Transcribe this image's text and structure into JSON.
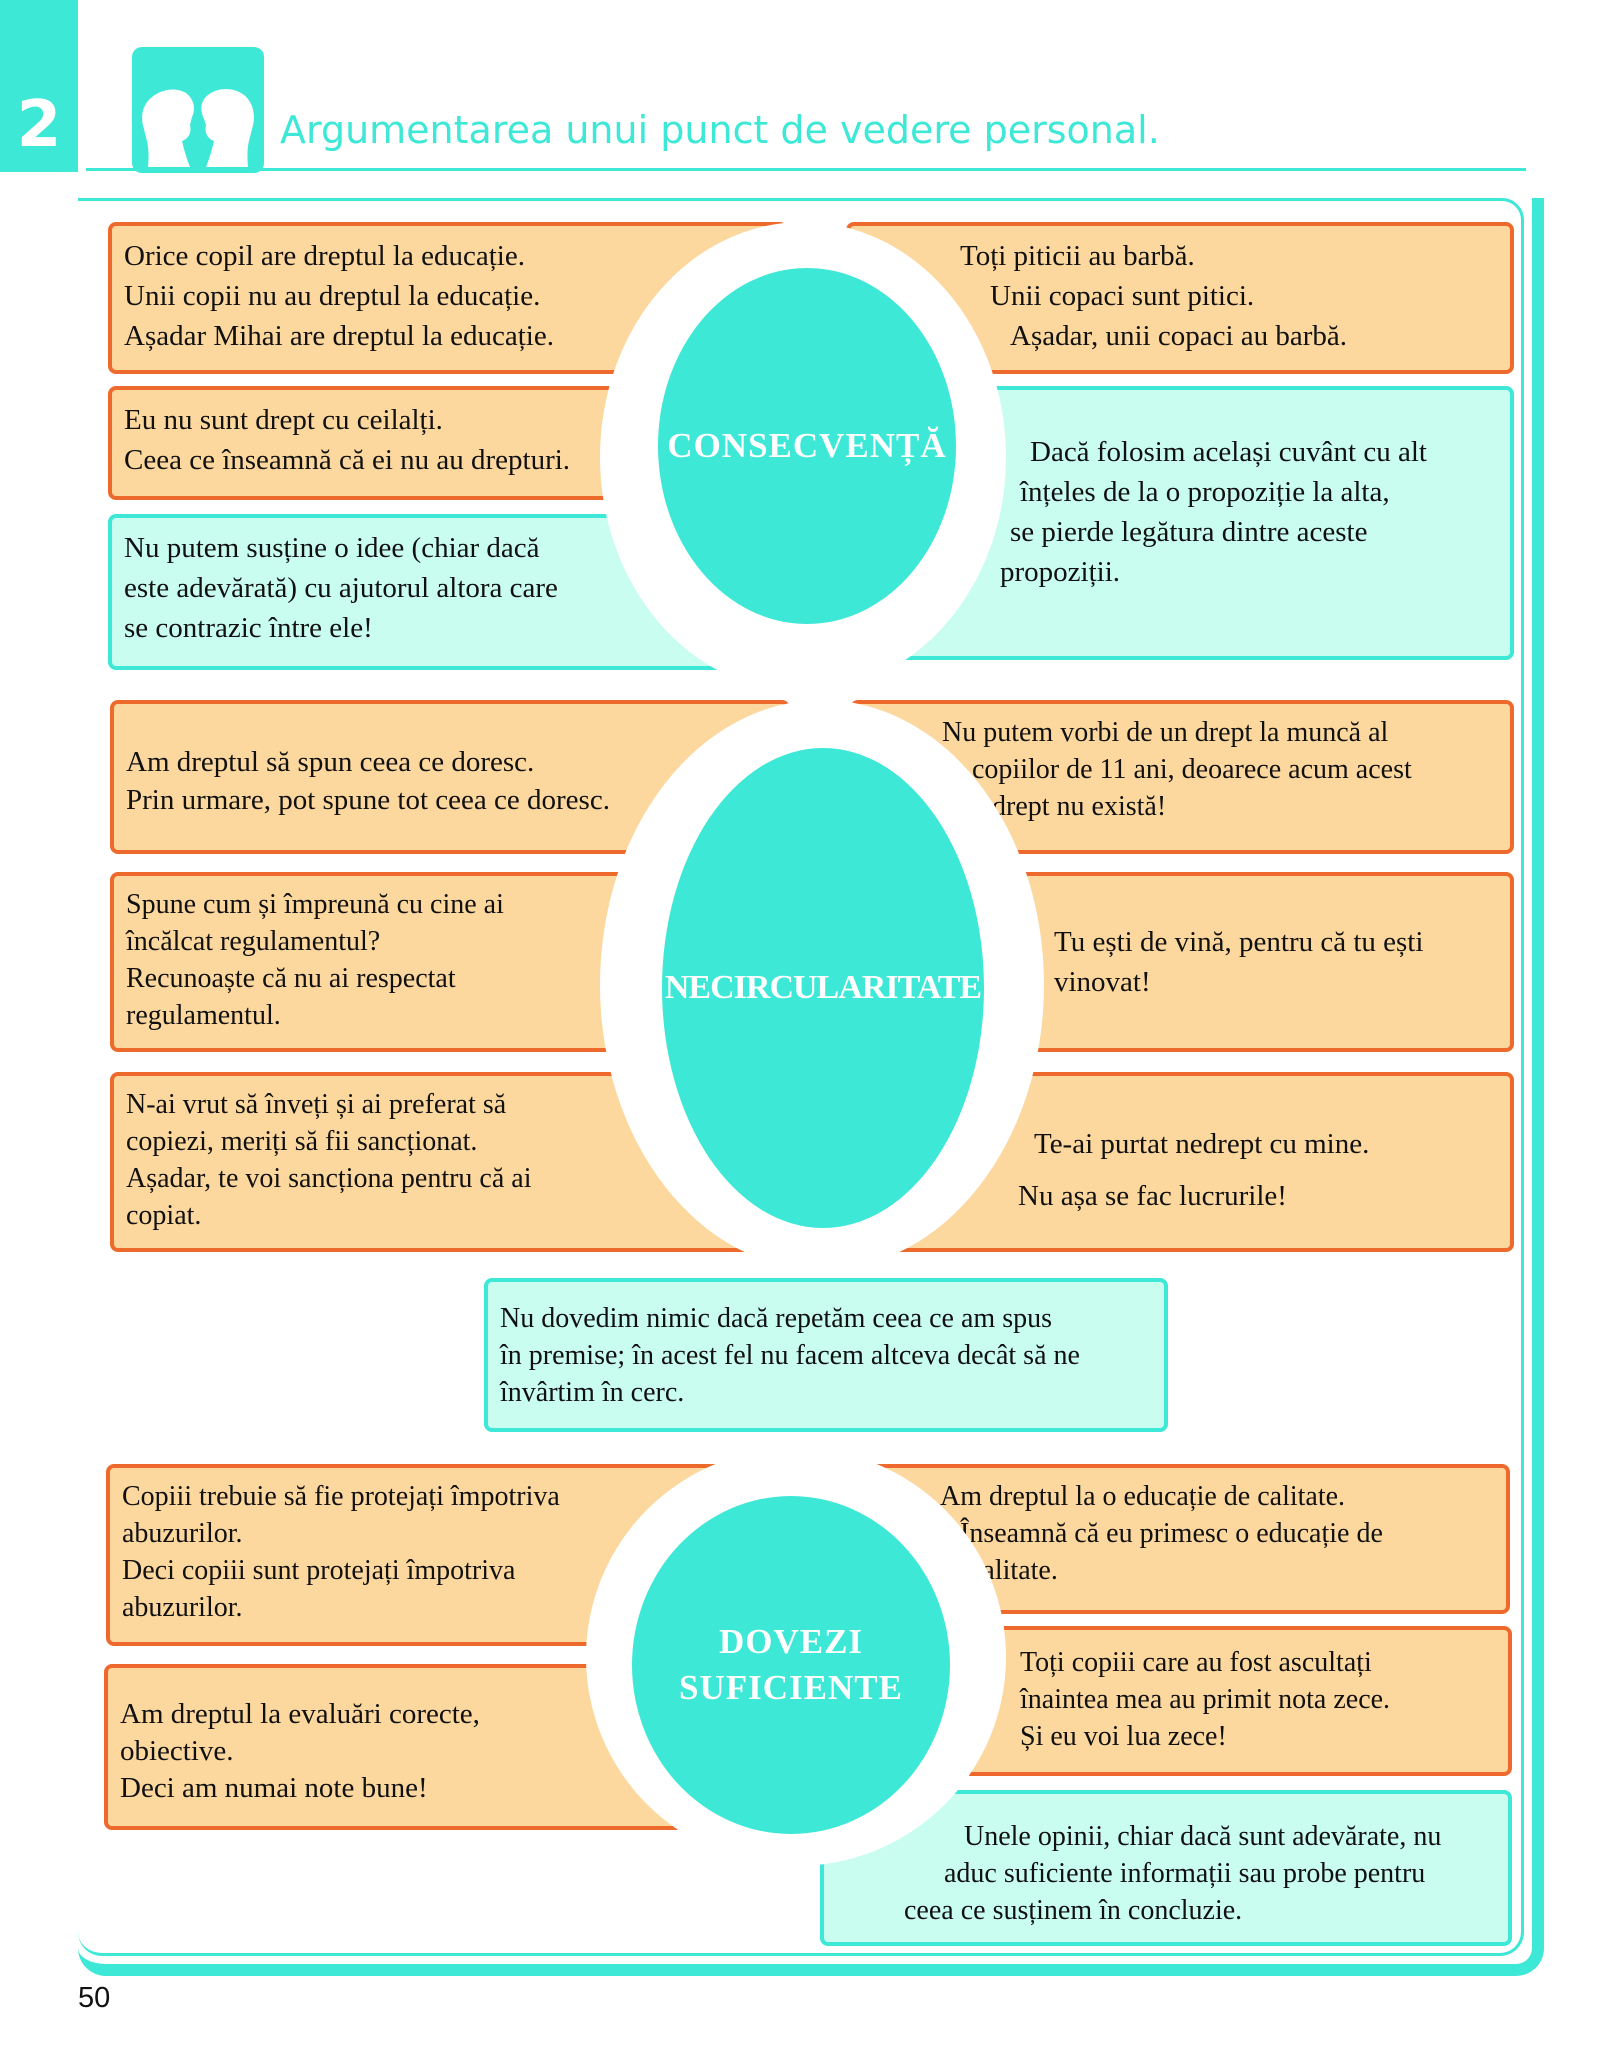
{
  "header": {
    "chapter_number": "2",
    "title": "Argumentarea unui punct de vedere personal.",
    "icon": "two-heads-silhouette-icon"
  },
  "colors": {
    "accent": "#3de8d6",
    "orange_border": "#ee6a2c",
    "orange_fill": "#fdd89e",
    "teal_fill": "#c9fdf0"
  },
  "sections": {
    "consecventa": {
      "label": "CONSECVENȚĂ",
      "left_1": [
        "Orice copil are dreptul la educație.",
        "Unii copii nu au dreptul la educație.",
        "Așadar Mihai are dreptul la educație."
      ],
      "right_1": [
        "Toți piticii au barbă.",
        "Unii copaci sunt pitici.",
        "Așadar, unii copaci au barbă."
      ],
      "left_2": [
        "Eu nu sunt drept cu ceilalți.",
        "Ceea ce înseamnă că ei nu au drepturi."
      ],
      "left_3": [
        "Nu putem susține o idee (chiar dacă",
        "este adevărată) cu ajutorul altora care",
        "se contrazic între ele!"
      ],
      "right_2": [
        "Dacă folosim același cuvânt cu alt",
        "înțeles de la o propoziție la alta,",
        "se pierde legătura dintre aceste",
        "propoziții."
      ]
    },
    "necircularitate": {
      "label": "NECIRCULARITATE",
      "left_1": [
        "Am dreptul să spun ceea ce doresc.",
        "Prin urmare, pot spune tot ceea ce doresc."
      ],
      "right_1": [
        "Nu putem vorbi de un drept la muncă al",
        "copiilor de 11 ani, deoarece acum acest",
        "drept nu există!"
      ],
      "left_2": [
        "Spune cum și împreună cu cine ai",
        "încălcat regulamentul?",
        "Recunoaște că nu ai respectat",
        "regulamentul."
      ],
      "right_2": [
        "Tu ești de vină, pentru că tu ești",
        "vinovat!"
      ],
      "left_3": [
        "N-ai vrut să înveți și ai preferat să",
        "copiezi, meriți să fii sancționat.",
        "Așadar, te voi sancționa pentru că ai",
        "copiat."
      ],
      "right_3": [
        "Te-ai purtat nedrept cu mine.",
        "Nu așa se fac lucrurile!"
      ],
      "center_note": [
        "Nu dovedim nimic dacă repetăm ceea ce am spus",
        "în premise; în acest fel nu facem altceva decât să ne",
        "învârtim în cerc."
      ]
    },
    "dovezi": {
      "label_line1": "DOVEZI",
      "label_line2": "SUFICIENTE",
      "left_1": [
        "Copiii trebuie să fie protejați împotriva",
        "abuzurilor.",
        "Deci copiii sunt protejați împotriva",
        "abuzurilor."
      ],
      "right_1": [
        "Am dreptul la o educație de calitate.",
        "Înseamnă că eu primesc o educație de",
        "calitate."
      ],
      "left_2": [
        "Am dreptul la evaluări corecte,",
        "obiective.",
        "Deci am numai note bune!"
      ],
      "right_2": [
        "Toți copiii care au fost ascultați",
        "înaintea mea au primit nota zece.",
        "Și eu voi lua zece!"
      ],
      "right_3": [
        "Unele opinii, chiar dacă sunt adevărate, nu",
        "aduc suficiente informații sau probe pentru",
        "ceea ce susținem în concluzie."
      ]
    }
  },
  "page_number": "50"
}
